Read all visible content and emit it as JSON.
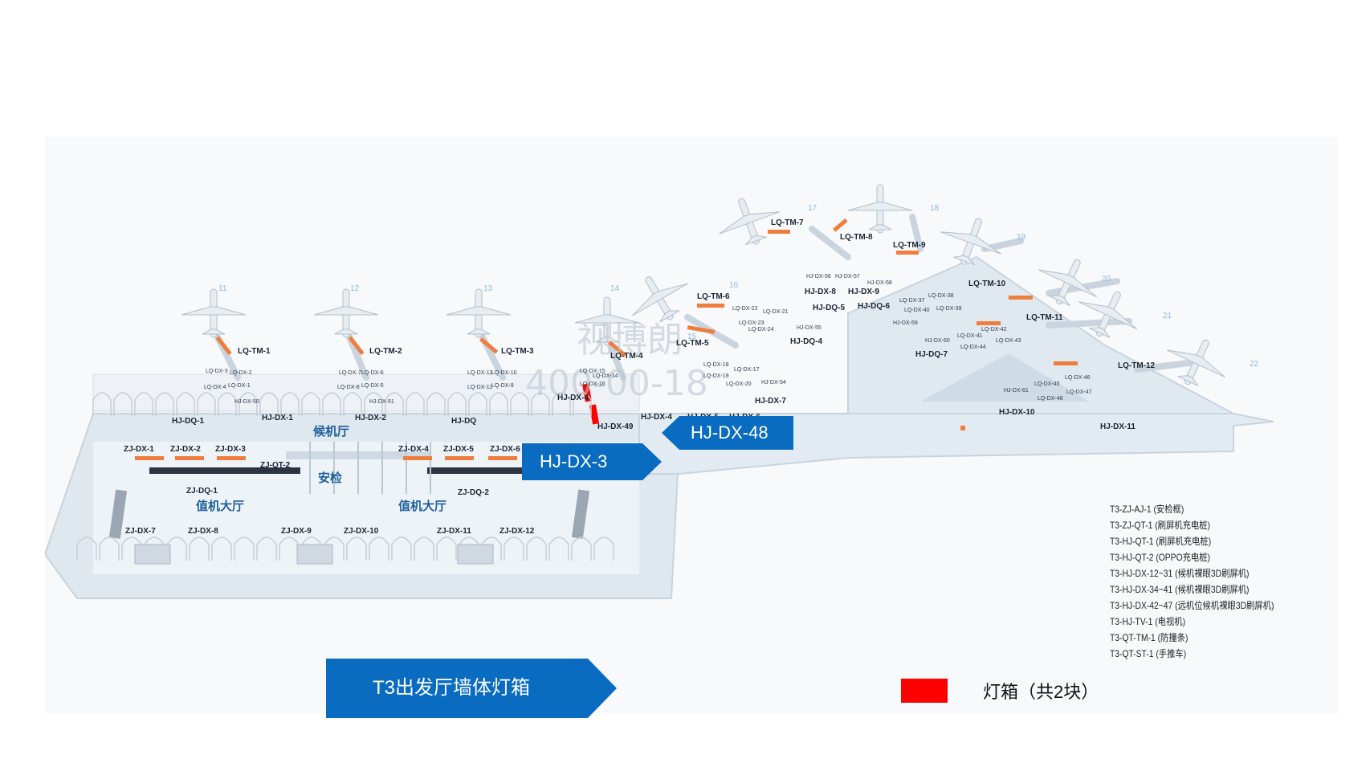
{
  "map": {
    "watermark": {
      "name": "视博朗",
      "phone": "400-00-18"
    },
    "gates": [
      "11",
      "12",
      "13",
      "14",
      "15",
      "16",
      "17",
      "18",
      "19",
      "20",
      "21",
      "22"
    ],
    "halls": {
      "waiting": "候机厅",
      "security": "安检",
      "checkin": "值机大厅"
    },
    "labels": {
      "lq_tm_1": "LQ-TM-1",
      "lq_tm_2": "LQ-TM-2",
      "lq_tm_3": "LQ-TM-3",
      "lq_tm_4": "LQ-TM-4",
      "lq_tm_5": "LQ-TM-5",
      "lq_tm_6": "LQ-TM-6",
      "lq_tm_7": "LQ-TM-7",
      "lq_tm_8": "LQ-TM-8",
      "lq_tm_9": "LQ-TM-9",
      "lq_tm_10": "LQ-TM-10",
      "lq_tm_11": "LQ-TM-11",
      "lq_tm_12": "LQ-TM-12",
      "hj_dq_1": "HJ-DQ-1",
      "hj_dq_4": "HJ-DQ-4",
      "hj_dq_5": "HJ-DQ-5",
      "hj_dq_6": "HJ-DQ-6",
      "hj_dq_7": "HJ-DQ-7",
      "hj_dq": "HJ-DQ",
      "hj_dx_1": "HJ-DX-1",
      "hj_dx_2": "HJ-DX-2",
      "hj_dx_4": "HJ-DX-4",
      "hj_dx_4x": "HJ-DX-4",
      "hj_dx_5": "HJ-DX-5",
      "hj_dx_6": "HJ-DX-6",
      "hj_dx_7": "HJ-DX-7",
      "hj_dx_8": "HJ-DX-8",
      "hj_dx_9": "HJ-DX-9",
      "hj_dx_10": "HJ-DX-10",
      "hj_dx_11": "HJ-DX-11",
      "hj_dx_49": "HJ-DX-49",
      "zj_dx_1": "ZJ-DX-1",
      "zj_dx_2": "ZJ-DX-2",
      "zj_dx_3": "ZJ-DX-3",
      "zj_dx_4": "ZJ-DX-4",
      "zj_dx_5": "ZJ-DX-5",
      "zj_dx_6": "ZJ-DX-6",
      "zj_dx_7": "ZJ-DX-7",
      "zj_dx_8": "ZJ-DX-8",
      "zj_dx_9": "ZJ-DX-9",
      "zj_dx_10": "ZJ-DX-10",
      "zj_dx_11": "ZJ-DX-11",
      "zj_dx_12": "ZJ-DX-12",
      "zj_dq_1": "ZJ-DQ-1",
      "zj_dq_2": "ZJ-DQ-2",
      "zj_qt_2": "ZJ-QT-2",
      "s_dx3": "LQ-DX-3",
      "s_dx2": "LQ-DX-2",
      "s_dx4": "LQ-DX-4",
      "s_dx1": "LQ-DX-1",
      "s_dx50": "HJ-DX-50",
      "s_dx7": "LQ-DX-7",
      "s_dx6": "LQ-DX-6",
      "s_dx8": "LQ-DX-8",
      "s_dx5": "LQ-DX-5",
      "s_dx51": "HJ-DX-51",
      "s_dx11": "LQ-DX-11",
      "s_dx10": "LQ-DX-10",
      "s_dx12": "LQ-DX-12",
      "s_dx9": "LQ-DX-9",
      "s_dx15": "LQ-DX-15",
      "s_dx14": "LQ-DX-14",
      "s_dx16": "LQ-DX-16",
      "s_dx22": "LQ-DX-22",
      "s_dx21": "LQ-DX-21",
      "s_dx23": "LQ-DX-23",
      "s_dx24": "LQ-DX-24",
      "s_dx55": "HJ-DX-55",
      "s_dx18": "LQ-DX-18",
      "s_dx17": "LQ-DX-17",
      "s_dx19": "LQ-DX-19",
      "s_dx54": "HJ-DX-54",
      "s_dx20": "LQ-DX-20",
      "s_dx56": "HJ-DX-56",
      "s_dx57": "HJ-DX-57",
      "s_dx58": "HJ-DX-58",
      "s_dx37": "LQ-DX-37",
      "s_dx38": "LQ-DX-38",
      "s_dx40": "LQ-DX-40",
      "s_dx39": "LQ-DX-39",
      "s_dx59": "HJ-DX-59",
      "s_dx60": "HJ-DX-60",
      "s_dx41": "LQ-DX-41",
      "s_dx42": "LQ-DX-42",
      "s_dx44": "LQ-DX-44",
      "s_dx43": "LQ-DX-43",
      "s_dx45": "LQ-DX-45",
      "s_dx46": "LQ-DX-46",
      "s_dx61": "HJ-DX-61",
      "s_dx48": "LQ-DX-48",
      "s_dx47": "LQ-DX-47"
    }
  },
  "callouts": {
    "dx3": "HJ-DX-3",
    "dx48": "HJ-DX-48"
  },
  "title_banner": "T3出发厅墙体灯箱",
  "legend": {
    "label": "灯箱（共2块）",
    "color": "#ff0000"
  },
  "codes": [
    "T3-ZJ-AJ-1 (安检框)",
    "T3-ZJ-QT-1 (刷屏机充电桩)",
    "T3-HJ-QT-1 (刷屏机充电桩)",
    "T3-HJ-QT-2 (OPPO充电桩)",
    "T3-HJ-DX-12~31 (候机裸眼3D刷屏机)",
    "T3-HJ-DX-34~41 (候机裸眼3D刷屏机)",
    "T3-HJ-DX-42~47 (远机位候机裸眼3D刷屏机)",
    "T3-HJ-TV-1 (电视机)",
    "T3-QT-TM-1 (防撞条)",
    "T3-QT-ST-1 (手推车)"
  ],
  "colors": {
    "accent": "#0a6cc1",
    "lightbox": "#ff0000",
    "ad_marker": "#ef7d3e",
    "floor": "#dde6ee"
  }
}
